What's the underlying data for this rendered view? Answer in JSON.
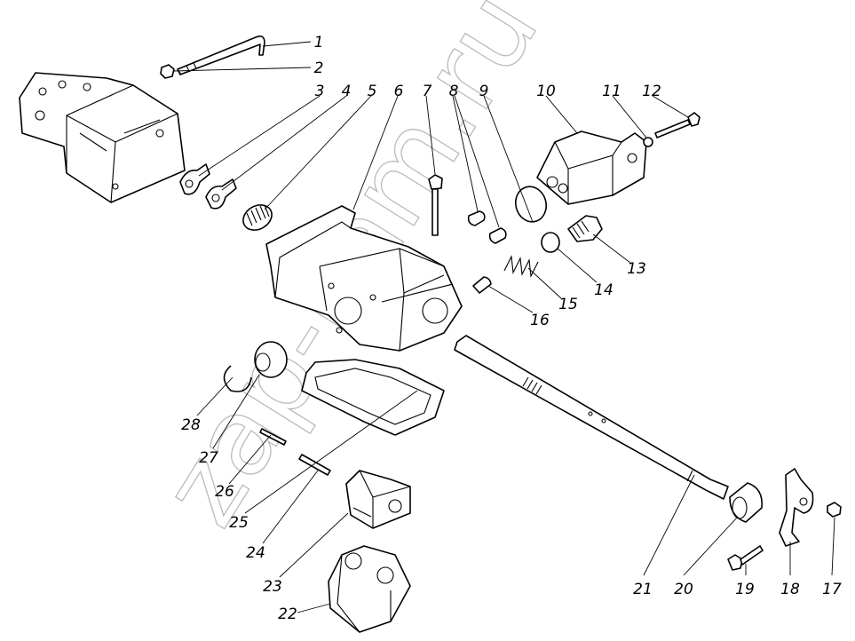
{
  "watermark": "zap-kam.ru",
  "callouts": [
    {
      "number": "1",
      "part": "wrench"
    },
    {
      "number": "2",
      "part": "nut"
    },
    {
      "number": "3",
      "part": "lock-plate"
    },
    {
      "number": "4",
      "part": "lock-plate"
    },
    {
      "number": "5",
      "part": "needle-bearing"
    },
    {
      "number": "6",
      "part": "housing"
    },
    {
      "number": "7",
      "part": "bolt"
    },
    {
      "number": "8",
      "part": "pins"
    },
    {
      "number": "9",
      "part": "o-ring"
    },
    {
      "number": "10",
      "part": "valve-body"
    },
    {
      "number": "11",
      "part": "washer"
    },
    {
      "number": "12",
      "part": "bolt"
    },
    {
      "number": "13",
      "part": "plug"
    },
    {
      "number": "14",
      "part": "seal"
    },
    {
      "number": "15",
      "part": "spring"
    },
    {
      "number": "16",
      "part": "pin"
    },
    {
      "number": "17",
      "part": "nut"
    },
    {
      "number": "18",
      "part": "lever"
    },
    {
      "number": "19",
      "part": "bolt"
    },
    {
      "number": "20",
      "part": "boot"
    },
    {
      "number": "21",
      "part": "shaft"
    },
    {
      "number": "22",
      "part": "bracket"
    },
    {
      "number": "23",
      "part": "block"
    },
    {
      "number": "24",
      "part": "pin"
    },
    {
      "number": "25",
      "part": "gasket"
    },
    {
      "number": "26",
      "part": "pin"
    },
    {
      "number": "27",
      "part": "plug"
    },
    {
      "number": "28",
      "part": "snap-ring"
    }
  ]
}
